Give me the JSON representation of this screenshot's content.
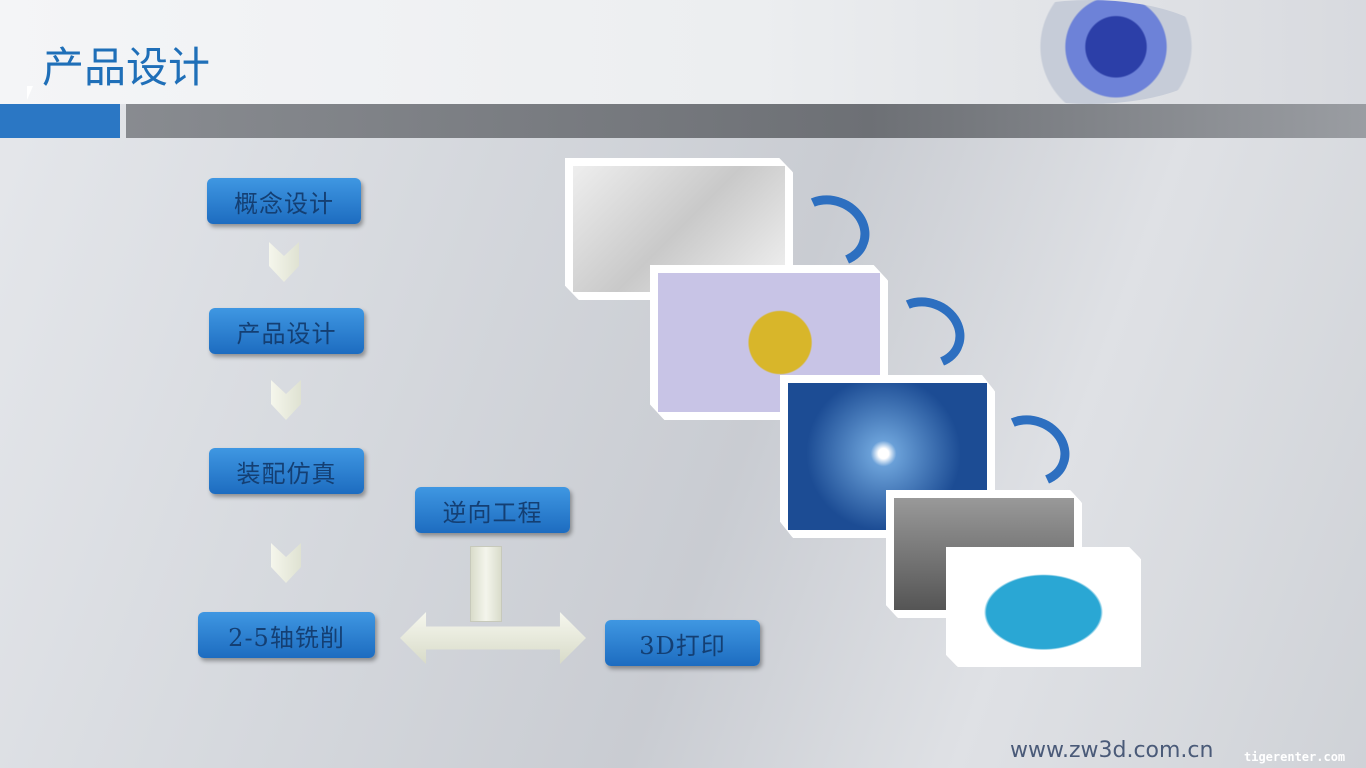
{
  "slide": {
    "title": "产品设计",
    "website": "www.zw3d.com.cn",
    "watermark": "tigerenter.com"
  },
  "flow": {
    "steps": [
      "概念设计",
      "产品设计",
      "装配仿真",
      "2-5轴铣削"
    ],
    "reverse": "逆向工程",
    "print": "3D打印"
  },
  "colors": {
    "accent": "#2b77c4",
    "box_text": "#143f73",
    "arrow": "#2d6fc0"
  }
}
